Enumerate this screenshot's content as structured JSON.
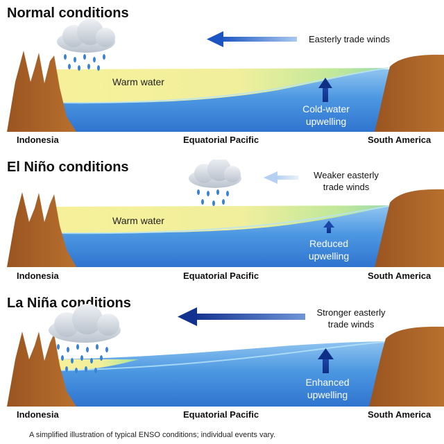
{
  "panels": [
    {
      "title": "Normal conditions",
      "wind_label": "Easterly trade winds",
      "warm_label": "Warm water",
      "upwelling_label": [
        "Cold-water",
        "upwelling"
      ]
    },
    {
      "title": "El Niño conditions",
      "wind_label": [
        "Weaker easterly",
        "trade winds"
      ],
      "warm_label": "Warm water",
      "upwelling_label": [
        "Reduced",
        "upwelling"
      ]
    },
    {
      "title": "La Niña conditions",
      "wind_label": [
        "Stronger easterly",
        "trade winds"
      ],
      "upwelling_label": [
        "Enhanced",
        "upwelling"
      ]
    }
  ],
  "locations": {
    "left": "Indonesia",
    "center": "Equatorial Pacific",
    "right": "South America"
  },
  "caption": "A simplified illustration of typical ENSO conditions; individual events vary.",
  "colors": {
    "ocean": "#3a86d8",
    "warm_water": "#f3ee9a",
    "land": "#a8622a",
    "arrow": "#1f5fc4",
    "cloud": "#d9dfe7",
    "rain": "#3b82d1"
  }
}
